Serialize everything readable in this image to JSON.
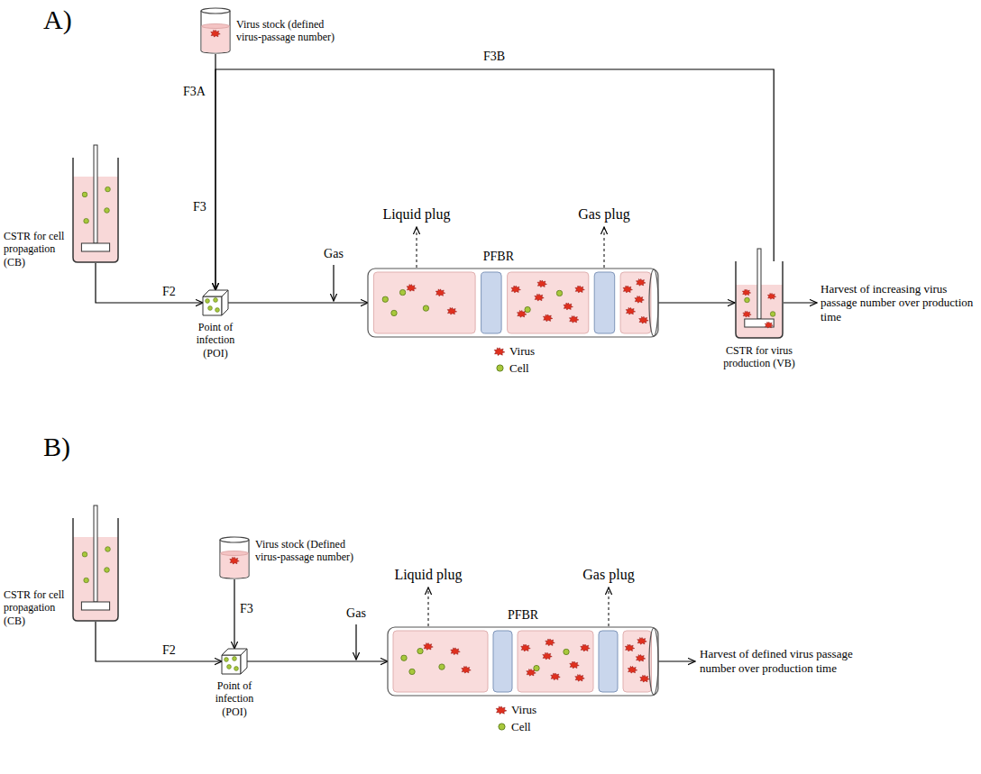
{
  "diagram": {
    "nodes": [
      {
        "text": [
          "Virus stock (defined virus-passage number)"
        ]
      },
      {
        "text": [
          "CSTR for cell propagation (CB)"
        ]
      },
      {
        "text": [
          "Point of infection (POI)"
        ]
      },
      {
        "text": [
          "PFBR"
        ]
      },
      {
        "text": [
          "CSTR for virus production (VB)"
        ]
      },
      {
        "text": [
          "CSTR for cell propagation (CB)"
        ]
      },
      {
        "text": [
          "Virus stock (Defined virus-passage number)"
        ]
      },
      {
        "text": [
          "Point of infection (POI)"
        ]
      },
      {
        "text": [
          "PFBR"
        ]
      }
    ],
    "edges": [
      {
        "from": 1,
        "to": 2,
        "arrow": "to",
        "label": "F2"
      },
      {
        "from": 0,
        "to": 2,
        "arrow": "to",
        "label": "F3A"
      },
      {
        "from": 4,
        "to": 2,
        "arrow": "to",
        "label": "F3B"
      },
      {
        "from": 2,
        "to": 3,
        "arrow": "to"
      },
      {
        "from": 3,
        "to": 4,
        "arrow": "to"
      },
      {
        "from": 5,
        "to": 7,
        "arrow": "to",
        "label": "F2"
      },
      {
        "from": 6,
        "to": 7,
        "arrow": "to",
        "label": "F3"
      },
      {
        "from": 7,
        "to": 8,
        "arrow": "to"
      }
    ],
    "labels": [
      "A)",
      "F3",
      "Gas",
      "Liquid plug",
      "Gas plug",
      "Harvest of increasing virus passage number over production time",
      "B)",
      "Gas",
      "Liquid plug",
      "Gas plug",
      "Harvest of defined virus passage number over production time"
    ],
    "legend": [
      {
        "text": "Virus"
      },
      {
        "text": "Cell"
      },
      {
        "text": "Virus"
      },
      {
        "text": "Cell"
      }
    ]
  }
}
